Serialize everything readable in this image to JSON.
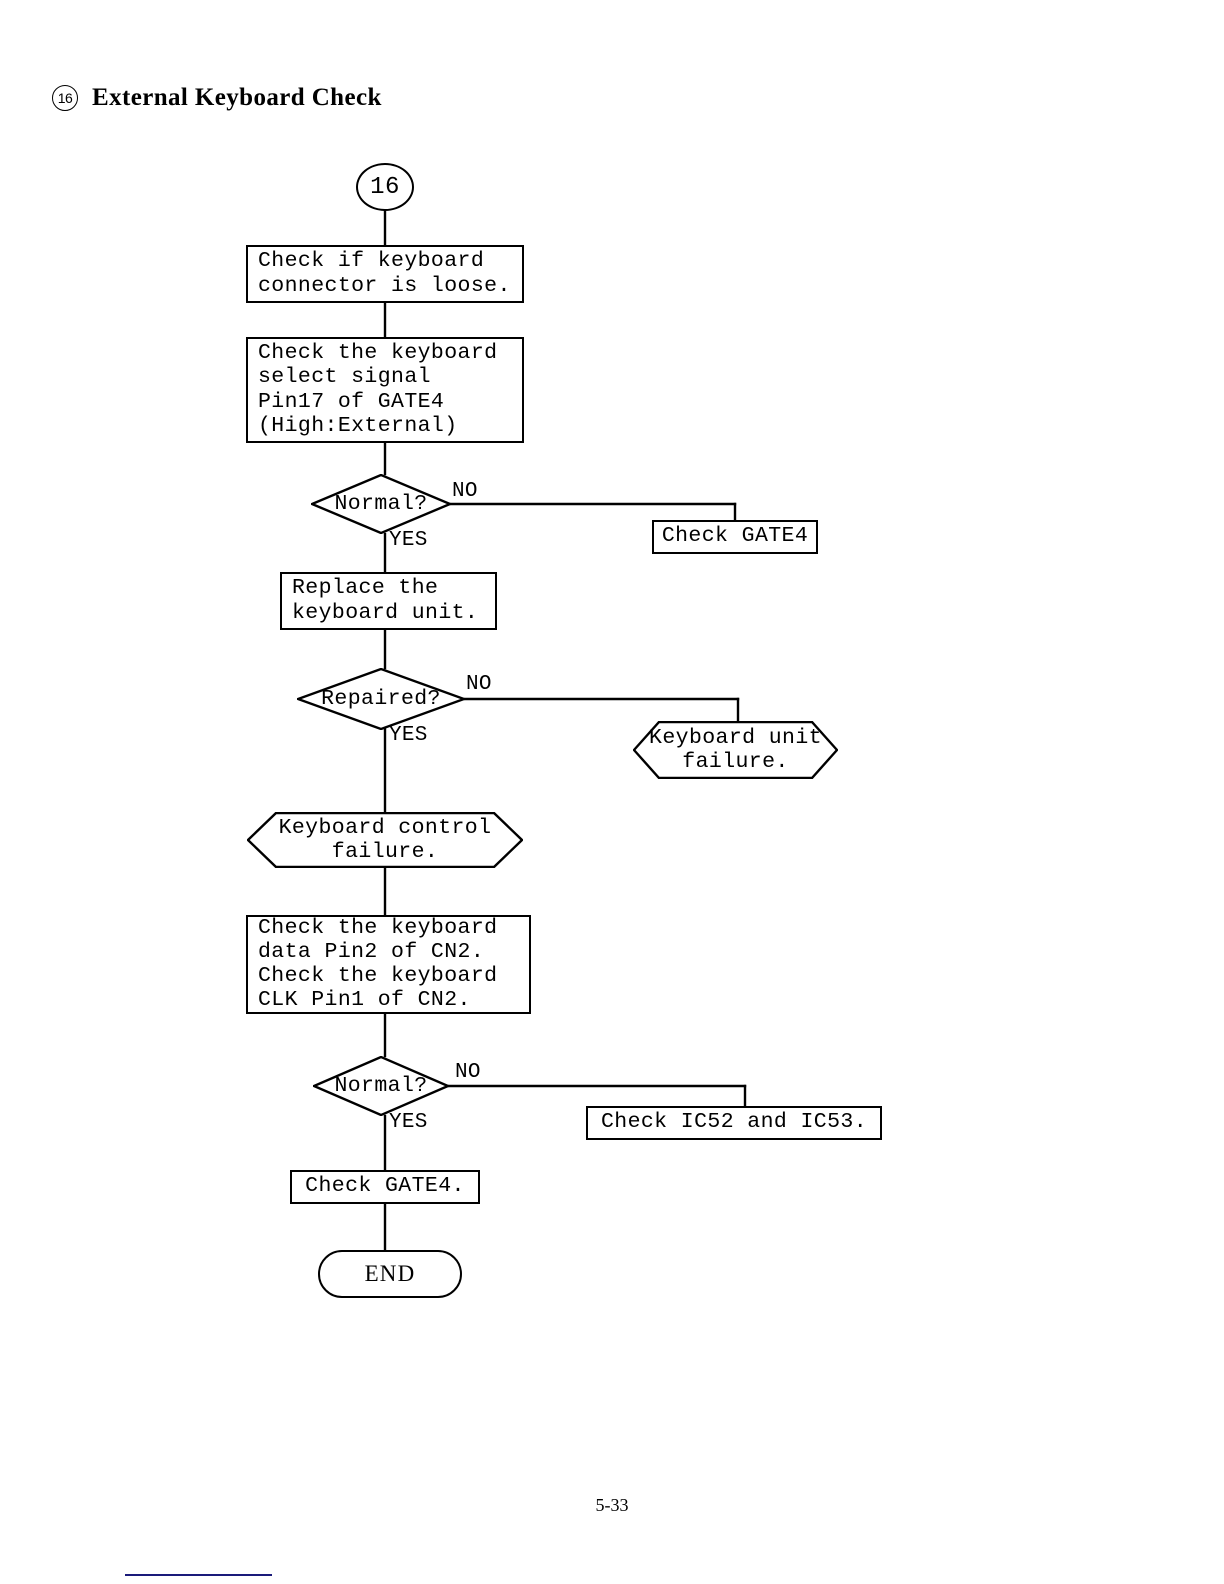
{
  "header": {
    "section_number": "16",
    "title": "External Keyboard Check"
  },
  "footer": {
    "page_number": "5-33"
  },
  "chart_data": {
    "type": "diagram",
    "diagram_kind": "flowchart",
    "title": "External Keyboard Check"
  },
  "flow": {
    "entry_connector": {
      "label": "16"
    },
    "nodes": {
      "check_connector_loose": {
        "line1": "Check if keyboard",
        "line2": "connector is loose."
      },
      "check_select_signal": {
        "line1": "Check the keyboard",
        "line2": "select signal",
        "line3": "Pin17 of GATE4",
        "line4": "(High:External)"
      },
      "decision_normal_1": {
        "label": "Normal?"
      },
      "check_gate4_right": {
        "line1": "Check GATE4"
      },
      "replace_keyboard_unit": {
        "line1": "Replace the",
        "line2": "keyboard unit."
      },
      "decision_repaired": {
        "label": "Repaired?"
      },
      "keyboard_unit_failure": {
        "line1": "Keyboard unit",
        "line2": "failure."
      },
      "keyboard_control_failure": {
        "line1": "Keyboard control",
        "line2": "failure."
      },
      "check_data_clk_pins": {
        "line1": "Check the keyboard",
        "line2": "data Pin2 of CN2.",
        "line3": "Check the keyboard",
        "line4": "CLK Pin1 of CN2."
      },
      "decision_normal_2": {
        "label": "Normal?"
      },
      "check_ic52_ic53": {
        "line1": "Check IC52 and IC53."
      },
      "check_gate4_bottom": {
        "line1": "Check GATE4."
      },
      "end_terminator": {
        "label": "END"
      }
    },
    "edge_labels": {
      "no_1": "NO",
      "yes_1": "YES",
      "no_2": "NO",
      "yes_2": "YES",
      "no_3": "NO",
      "yes_3": "YES"
    }
  },
  "colors": {
    "ink": "#000000",
    "paper": "#ffffff",
    "bottom_rule": "#1a1a7a"
  }
}
